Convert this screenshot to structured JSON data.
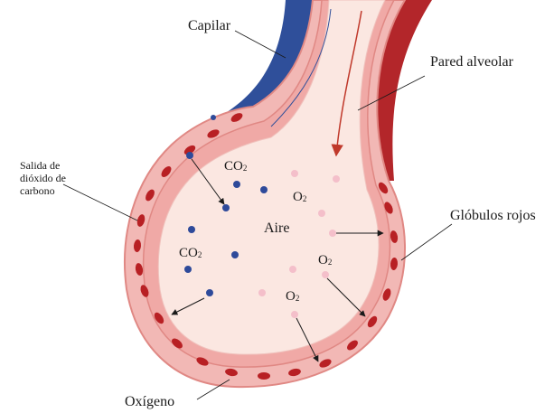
{
  "labels": {
    "capilar": "Capilar",
    "pared_alveolar": "Pared alveolar",
    "salida_co2": [
      "Salida de",
      "dióxido de",
      "carbono"
    ],
    "globulos_rojos": "Glóbulos rojos",
    "oxigeno": "Oxígeno",
    "aire": "Aire"
  },
  "gas_labels": {
    "co2_top": {
      "base": "CO",
      "sub": "2"
    },
    "co2_mid": {
      "base": "CO",
      "sub": "2"
    },
    "o2_top": {
      "base": "O",
      "sub": "2"
    },
    "o2_right": {
      "base": "O",
      "sub": "2"
    },
    "o2_bottom": {
      "base": "O",
      "sub": "2"
    }
  },
  "colors": {
    "vein_blue": "#2f4f9a",
    "artery_red": "#b3262a",
    "wall_pink": "#f2b8b5",
    "wall_dark": "#e39a97",
    "interior": "#fbe7e1",
    "rbc": "#b82024",
    "co2_dot": "#2e4a9a",
    "o2_dot": "#f4bfca"
  }
}
